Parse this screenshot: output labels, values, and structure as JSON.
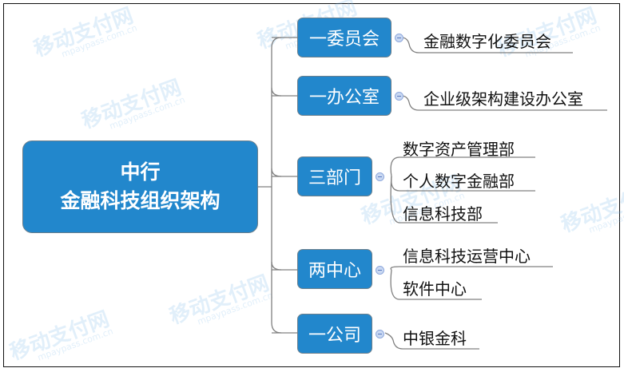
{
  "root": {
    "line1": "中行",
    "line2": "金融科技组织架构"
  },
  "branches": [
    {
      "label": "一委员会",
      "children": [
        "金融数字化委员会"
      ]
    },
    {
      "label": "一办公室",
      "children": [
        "企业级架构建设办公室"
      ]
    },
    {
      "label": "三部门",
      "children": [
        "数字资产管理部",
        "个人数字金融部",
        "信息科技部"
      ]
    },
    {
      "label": "两中心",
      "children": [
        "信息科技运营中心",
        "软件中心"
      ]
    },
    {
      "label": "一公司",
      "children": [
        "中银金科"
      ]
    }
  ],
  "watermark": {
    "text": "移动支付网",
    "sub": "mpaypass.com.cn"
  },
  "colors": {
    "node": "#2287cc",
    "line": "#808080",
    "toggle": "#c9d8f2"
  }
}
